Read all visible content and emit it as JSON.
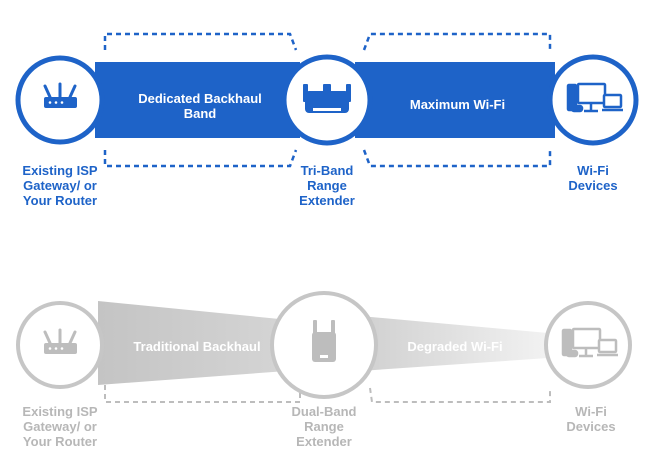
{
  "colors": {
    "blue": "#1e63c8",
    "grey": "#bdbdbd",
    "light_grey": "#e3e3e3",
    "white": "#ffffff"
  },
  "top_row": {
    "source_label": "Existing ISP\nGateway/ or\nYour Router",
    "backhaul_label": "Dedicated Backhaul\nBand",
    "extender_label": "Tri-Band\nRange\nExtender",
    "wifi_label": "Maximum Wi-Fi",
    "devices_label": "Wi-Fi\nDevices",
    "icons": [
      "router-icon",
      "tri-band-extender-icon",
      "devices-icon"
    ]
  },
  "bottom_row": {
    "source_label": "Existing ISP\nGateway/ or\nYour Router",
    "backhaul_label": "Traditional Backhaul",
    "extender_label": "Dual-Band\nRange\nExtender",
    "wifi_label": "Degraded Wi-Fi",
    "devices_label": "Wi-Fi\nDevices",
    "icons": [
      "router-icon",
      "dual-band-extender-icon",
      "devices-icon"
    ]
  }
}
